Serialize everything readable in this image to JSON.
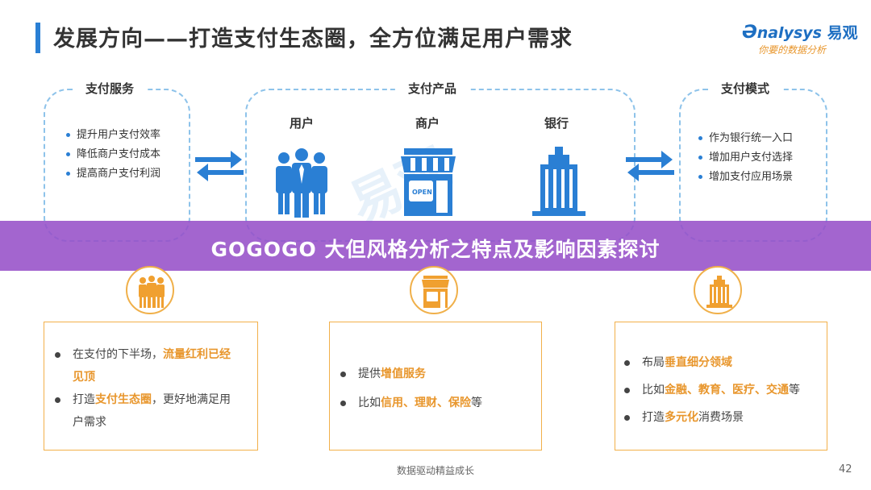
{
  "slide": {
    "title": "发展方向——打造支付生态圈，全方位满足用户需求",
    "logo": {
      "brand": "nalysys",
      "brand_cn": "易观",
      "slogan": "你要的数据分析"
    },
    "watermark": "易观",
    "top_section": {
      "left_box": {
        "label": "支付服务",
        "items": [
          "提升用户支付效率",
          "降低商户支付成本",
          "提高商户支付利润"
        ]
      },
      "center_box": {
        "label": "支付产品",
        "columns": [
          "用户",
          "商户",
          "银行"
        ],
        "shop_sign": "OPEN"
      },
      "right_box": {
        "label": "支付模式",
        "items": [
          "作为银行统一入口",
          "增加用户支付选择",
          "增加支付应用场景"
        ]
      }
    },
    "banner": {
      "text": "GOGOGO 大但风格分析之特点及影响因素探讨"
    },
    "bottom_section": {
      "left": {
        "rows": [
          {
            "parts": [
              "在支付的下半场，",
              "流量红利已经",
              "见顶"
            ]
          },
          {
            "parts": [
              "打造",
              "支付生态圈",
              "，更好地满足用",
              "户需求"
            ]
          }
        ]
      },
      "center": {
        "rows": [
          {
            "parts": [
              "提供",
              "增值服务"
            ]
          },
          {
            "parts": [
              "比如",
              "信用、理财、保险",
              "等"
            ]
          }
        ]
      },
      "right": {
        "rows": [
          {
            "parts": [
              "布局",
              "垂直细分领域"
            ]
          },
          {
            "parts": [
              "比如",
              "金融、教育、医疗、交通",
              "等"
            ]
          },
          {
            "parts": [
              "打造",
              "多元化",
              "消费场景"
            ]
          }
        ]
      }
    },
    "footer": "数据驱动精益成长",
    "page_number": "42"
  },
  "colors": {
    "accent_blue": "#2a7fd4",
    "accent_orange": "#e8962c",
    "banner_purple": "#9650c8"
  }
}
